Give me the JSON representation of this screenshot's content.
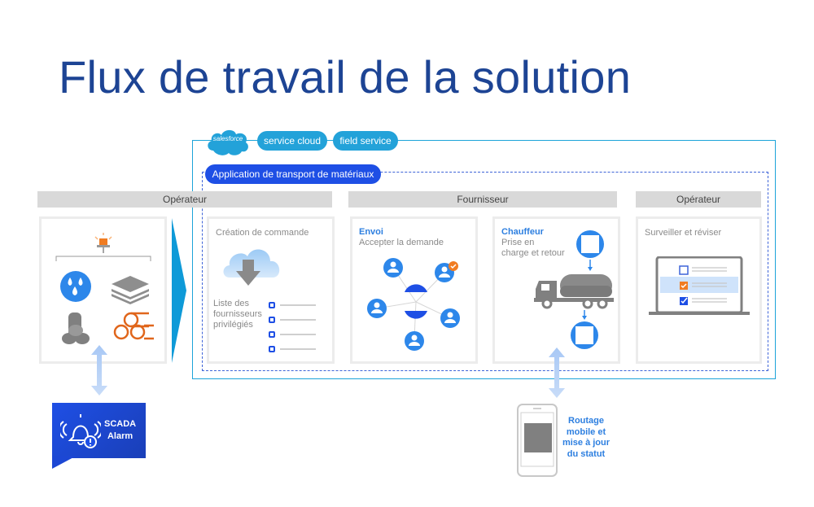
{
  "title": "Flux de travail de la solution",
  "platform": {
    "logo": "salesforce",
    "products": [
      "service cloud",
      "field service"
    ],
    "app_label": "Application de transport de matériaux"
  },
  "lanes": [
    {
      "label": "Opérateur"
    },
    {
      "label": "Fournisseur"
    },
    {
      "label": "Opérateur"
    }
  ],
  "cards": {
    "materials": {
      "icons": [
        "alarm-beacon",
        "water-drops",
        "stacked-sheets",
        "pipes",
        "logs"
      ]
    },
    "order": {
      "title": "Création de commande",
      "list_label_lines": [
        "Liste des",
        "fournisseurs",
        "privilégiés"
      ]
    },
    "dispatch": {
      "title_bold": "Envoi",
      "subtitle": "Accepter la demande"
    },
    "driver": {
      "title_bold": "Chauffeur",
      "subtitle_lines": [
        "Prise en",
        "charge et retour"
      ]
    },
    "monitor": {
      "title": "Surveiller et réviser"
    }
  },
  "scada": {
    "lines": [
      "SCADA",
      "Alarm"
    ]
  },
  "mobile": {
    "lines": [
      "Routage",
      "mobile et",
      "mise à jour",
      "du statut"
    ]
  },
  "colors": {
    "title": "#1d4494",
    "salesforce": "#23a2d9",
    "app": "#1e4fe5",
    "accent_blue": "#2d7fe0",
    "orange": "#f07c22",
    "header_gray": "#d9d9d9"
  }
}
